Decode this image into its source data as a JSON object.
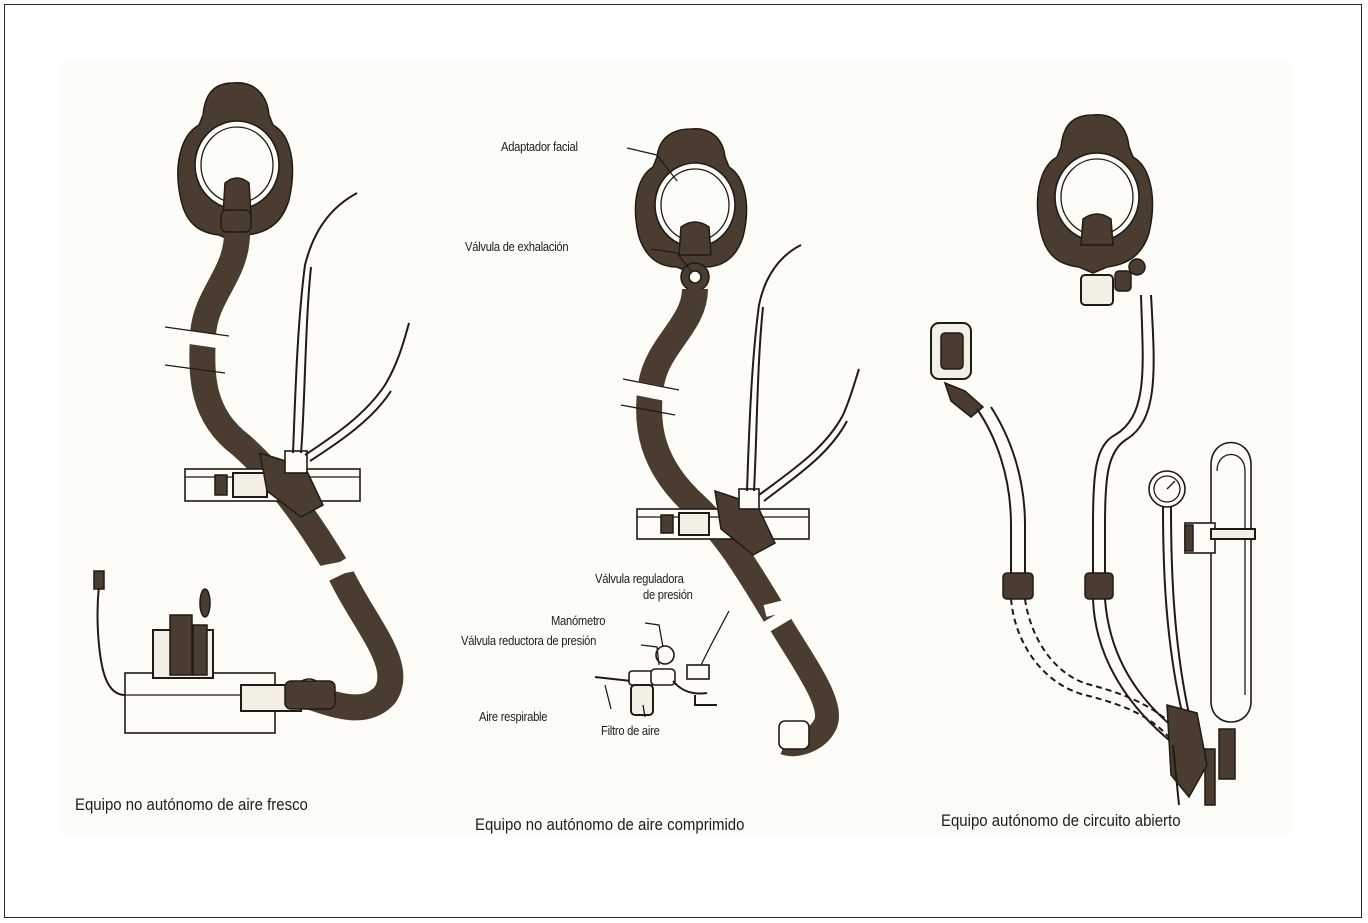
{
  "panels": [
    {
      "caption": "Equipo no autónomo de aire fresco"
    },
    {
      "caption": "Equipo no autónomo de aire comprimido",
      "labels": {
        "face_adapter": "Adaptador facial",
        "exhale_valve": "Válvula de exhalación",
        "pressure_regulator_1": "Válvula reguladora",
        "pressure_regulator_2": "de presión",
        "manometer": "Manómetro",
        "pressure_reducer": "Válvula reductora de presión",
        "breathable_air": "Aire respirable",
        "air_filter": "Filtro de aire"
      }
    },
    {
      "caption": "Equipo autónomo de circuito abierto"
    }
  ],
  "colors": {
    "ink": "#1f1b17",
    "hose": "#4a3d30",
    "paper": "#fdfcf6"
  }
}
